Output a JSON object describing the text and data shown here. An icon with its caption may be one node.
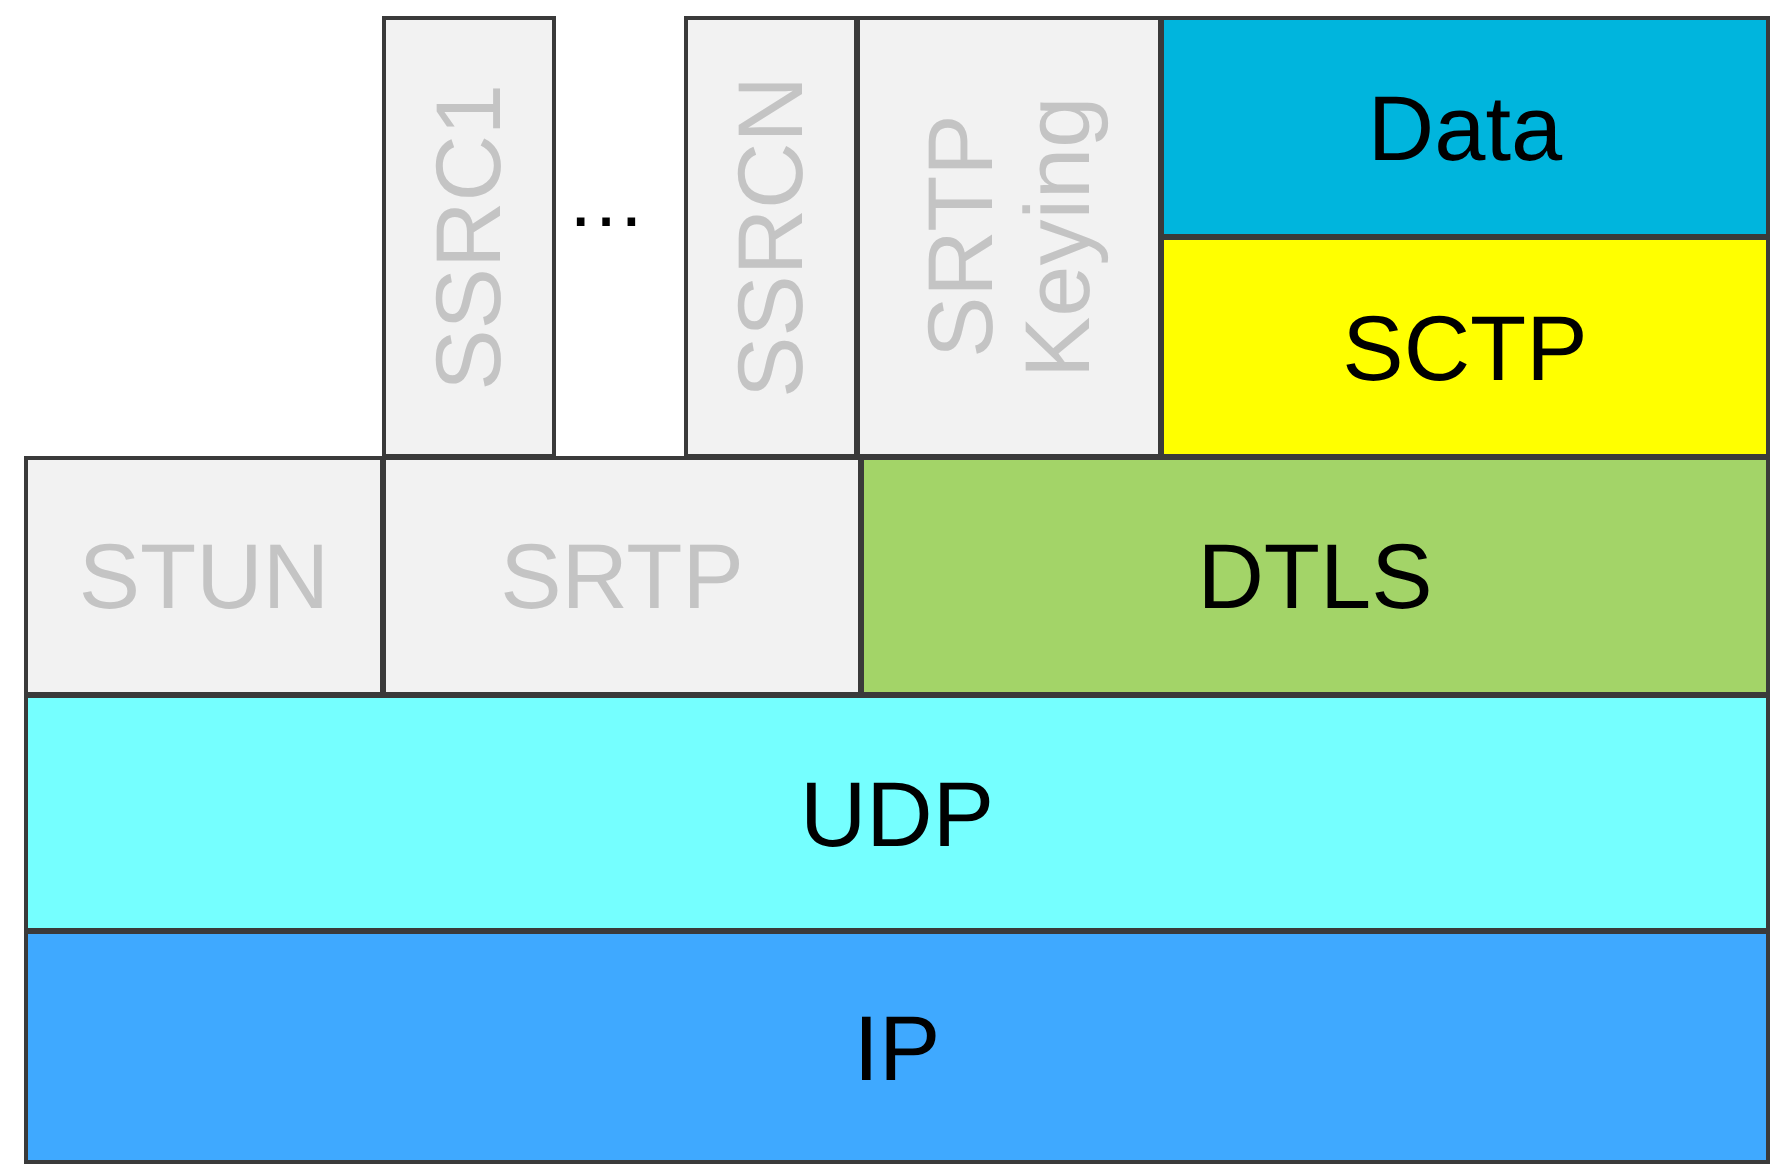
{
  "diagram": {
    "nodes": [
      {
        "text": [
          "SSRC1"
        ]
      },
      {
        "text": [
          "SSRCN"
        ]
      },
      {
        "text": [
          "SRTP Keying"
        ]
      },
      {
        "text": [
          "Data"
        ]
      },
      {
        "text": [
          "SCTP"
        ]
      },
      {
        "text": [
          "STUN"
        ]
      },
      {
        "text": [
          "SRTP"
        ]
      },
      {
        "text": [
          "DTLS"
        ]
      },
      {
        "text": [
          "UDP"
        ]
      },
      {
        "text": [
          "IP"
        ]
      }
    ],
    "labels": [
      "…"
    ]
  }
}
